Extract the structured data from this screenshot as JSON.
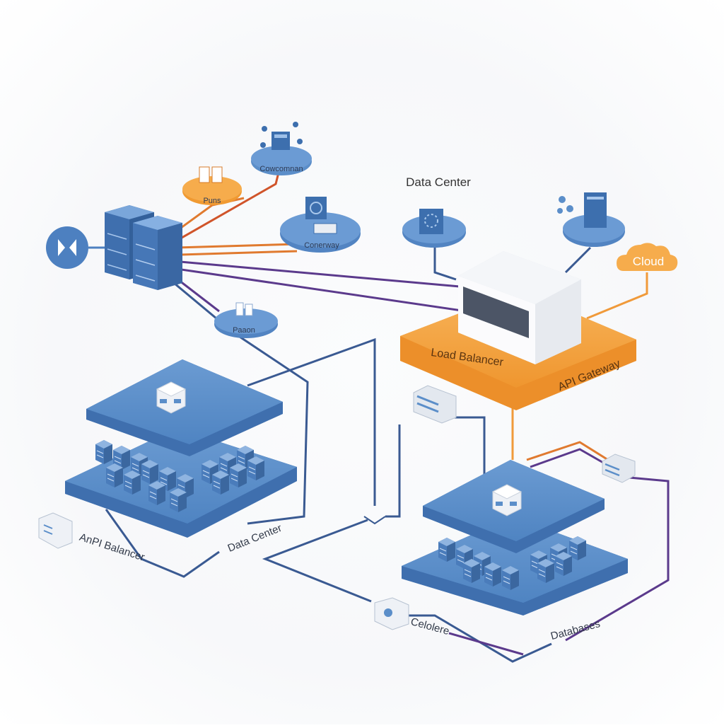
{
  "diagram": {
    "title": "Data Center",
    "labels": {
      "top_node": "Cowcomnan",
      "orange_node": "Puns",
      "mid_node": "Conerway",
      "left_node": "Paaon",
      "cloud": "Cloud",
      "load_balancer": "Load Balancer",
      "api_gateway": "API Gateway",
      "api_balancer": "AnPI Balancer",
      "data_center_bottom": "Data Center",
      "celolere": "Celolere",
      "databases": "Databases"
    },
    "colors": {
      "blue": "#5b8ec9",
      "blue_dark": "#3d6fae",
      "orange": "#f4a442",
      "orange_line": "#e07a2f",
      "purple": "#5b3a8c",
      "navy_line": "#3a5a92"
    },
    "icons": [
      "play-icon",
      "server-icon",
      "gear-icon",
      "cloud-icon",
      "monitor-icon"
    ]
  }
}
